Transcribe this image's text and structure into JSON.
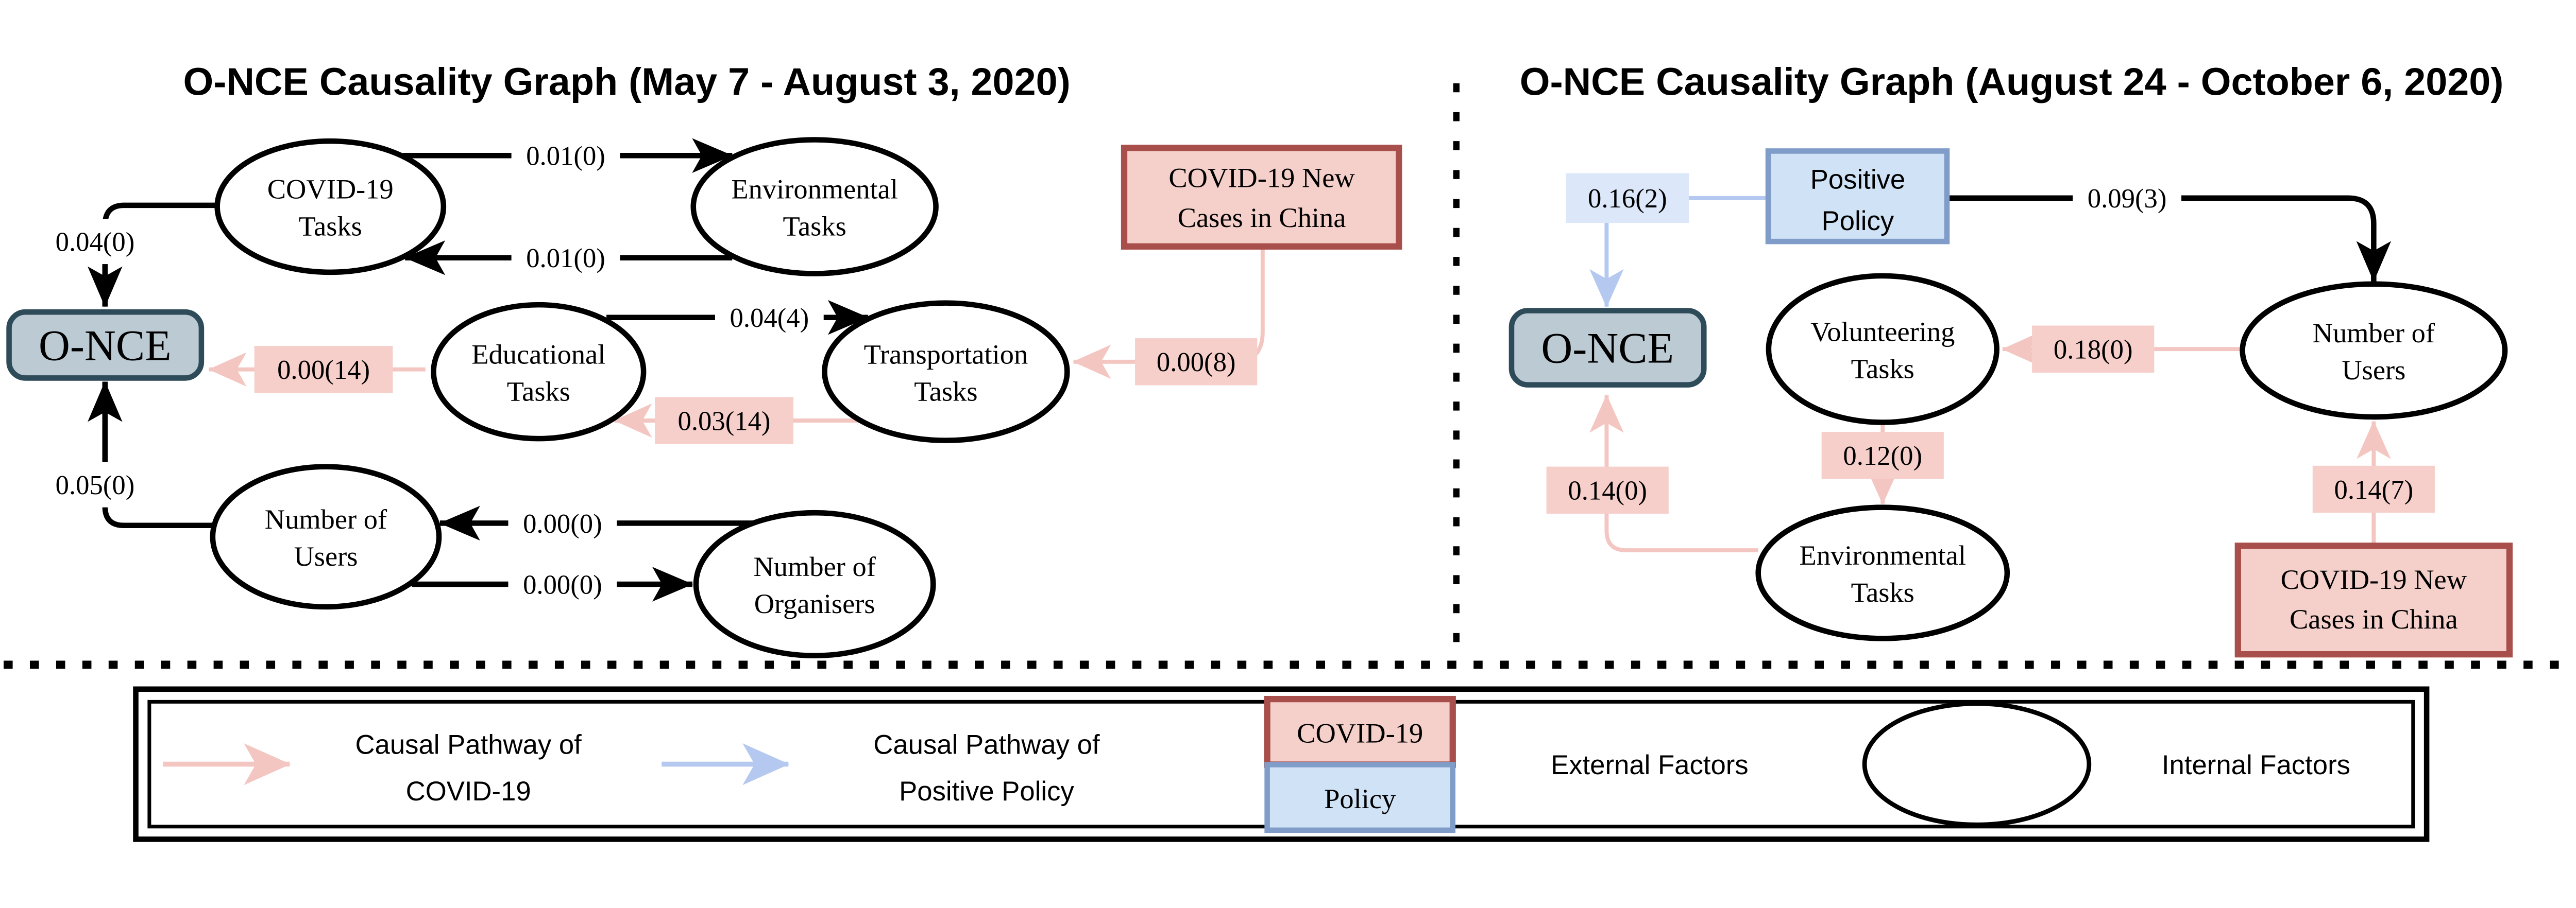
{
  "colors": {
    "covid_pink": "#f4c6c1",
    "covid_label_bg": "#f6cfca",
    "covid_box_fill": "#f5cfca",
    "covid_box_border": "#a94f4b",
    "policy_blue": "#b4c8f0",
    "policy_label_bg": "#dce8fa",
    "policy_box_fill": "#d0e2f6",
    "policy_box_border": "#7f9dc8",
    "once_fill": "#bccad4",
    "once_border": "#2e4b59"
  },
  "left": {
    "title": "O-NCE Causality Graph  (May 7 - August 3, 2020)",
    "nodes": {
      "once": "O-NCE",
      "covid_tasks": {
        "line1": "COVID-19",
        "line2": "Tasks"
      },
      "env_tasks": {
        "line1": "Environmental",
        "line2": "Tasks"
      },
      "edu_tasks": {
        "line1": "Educational",
        "line2": "Tasks"
      },
      "trans_tasks": {
        "line1": "Transportation",
        "line2": "Tasks"
      },
      "num_users": {
        "line1": "Number of",
        "line2": "Users"
      },
      "num_orgs": {
        "line1": "Number of",
        "line2": "Organisers"
      },
      "covid_cases": {
        "line1": "COVID-19 New",
        "line2": "Cases in China"
      }
    },
    "edge_labels": {
      "covid_to_env": "0.01(0)",
      "env_to_covid": "0.01(0)",
      "covid_to_once": "0.04(0)",
      "edu_to_trans": "0.04(4)",
      "trans_to_edu": "0.03(14)",
      "edu_to_once": "0.00(14)",
      "cases_to_trans": "0.00(8)",
      "users_to_once": "0.05(0)",
      "orgs_to_users": "0.00(0)",
      "users_to_orgs": "0.00(0)"
    }
  },
  "right": {
    "title": "O-NCE Causality Graph  (August 24 - October 6, 2020)",
    "nodes": {
      "once": "O-NCE",
      "positive_policy": {
        "line1": "Positive",
        "line2": "Policy"
      },
      "volunteering": {
        "line1": "Volunteering",
        "line2": "Tasks"
      },
      "num_users": {
        "line1": "Number of",
        "line2": "Users"
      },
      "env_tasks": {
        "line1": "Environmental",
        "line2": "Tasks"
      },
      "covid_cases": {
        "line1": "COVID-19 New",
        "line2": "Cases in China"
      }
    },
    "edge_labels": {
      "policy_to_once": "0.16(2)",
      "policy_to_users": "0.09(3)",
      "users_to_volunteering": "0.18(0)",
      "volunteering_to_env": "0.12(0)",
      "env_to_once": "0.14(0)",
      "cases_to_users": "0.14(7)"
    }
  },
  "legend": {
    "covid_pathway": {
      "line1": "Causal Pathway of",
      "line2": "COVID-19"
    },
    "policy_pathway": {
      "line1": "Causal Pathway of",
      "line2": "Positive Policy"
    },
    "covid_box": "COVID-19",
    "policy_box": "Policy",
    "external_factors": "External Factors",
    "internal_factors": "Internal Factors"
  }
}
